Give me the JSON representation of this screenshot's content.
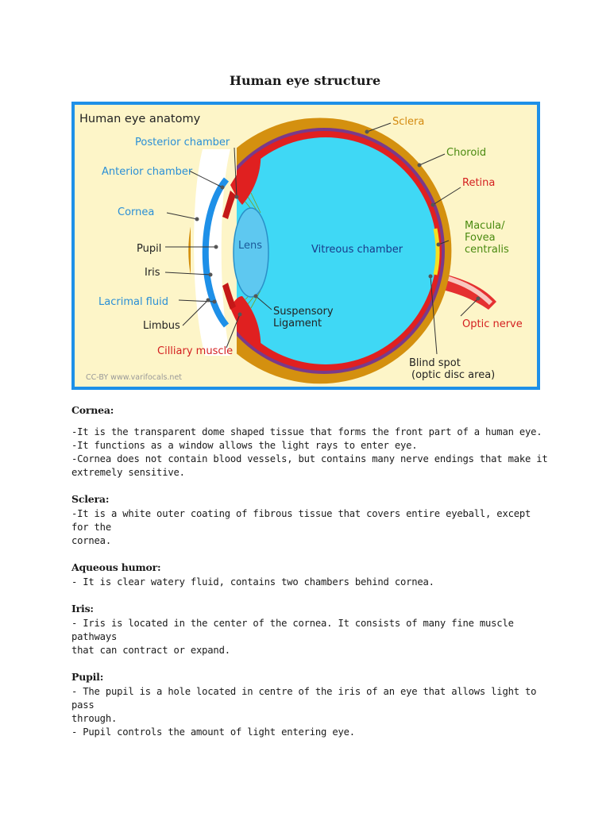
{
  "page": {
    "title": "Human eye structure"
  },
  "figure": {
    "title": "Human eye anatomy",
    "credit": "CC-BY www.varifocals.net",
    "labels": {
      "sclera": "Sclera",
      "choroid": "Choroid",
      "retina": "Retina",
      "macula_line1": "Macula/",
      "macula_line2": "Fovea",
      "macula_line3": "centralis",
      "optic_nerve": "Optic nerve",
      "blind_spot_line1": "Blind spot",
      "blind_spot_line2": "(optic disc area)",
      "posterior_chamber": "Posterior chamber",
      "anterior_chamber": "Anterior chamber",
      "cornea": "Cornea",
      "pupil": "Pupil",
      "iris": "Iris",
      "lacrimal_fluid": "Lacrimal fluid",
      "limbus": "Limbus",
      "ciliary_muscle": "Cilliary muscle",
      "lens": "Lens",
      "vitreous_chamber": "Vitreous chamber",
      "suspensory_line1": "Suspensory",
      "suspensory_line2": "Ligament"
    },
    "colors": {
      "frame": "#1e90e8",
      "background": "#fdf5c8",
      "vitreous": "#3fd8f5",
      "sclera": "#d4900f",
      "retina": "#e02020",
      "cornea": "#1e90e8",
      "label_blue": "#2a8fd6",
      "label_green": "#4a8a10",
      "label_red": "#d42020"
    }
  },
  "sections": [
    {
      "heading": "Cornea:",
      "lines": [
        "-It is the transparent dome shaped tissue that forms the front part of a human eye.",
        "-It functions as a window allows the light rays to enter eye.",
        "-Cornea does not contain blood vessels, but contains many nerve endings that make it",
        "extremely sensitive."
      ]
    },
    {
      "heading": "Sclera:",
      "lines": [
        "-It is a white outer coating of fibrous tissue that covers entire eyeball, except for the",
        "cornea."
      ]
    },
    {
      "heading": "Aqueous humor:",
      "lines": [
        "- It is clear watery fluid, contains two chambers behind cornea."
      ]
    },
    {
      "heading": "Iris:",
      "lines": [
        "- Iris is located in the center of the cornea. It consists of many fine muscle pathways",
        "that can contract or expand."
      ]
    },
    {
      "heading": "Pupil:",
      "lines": [
        "- The pupil is a hole located in centre of the iris of an eye that allows light to pass",
        "through.",
        "- Pupil controls the amount of light entering eye."
      ]
    }
  ]
}
